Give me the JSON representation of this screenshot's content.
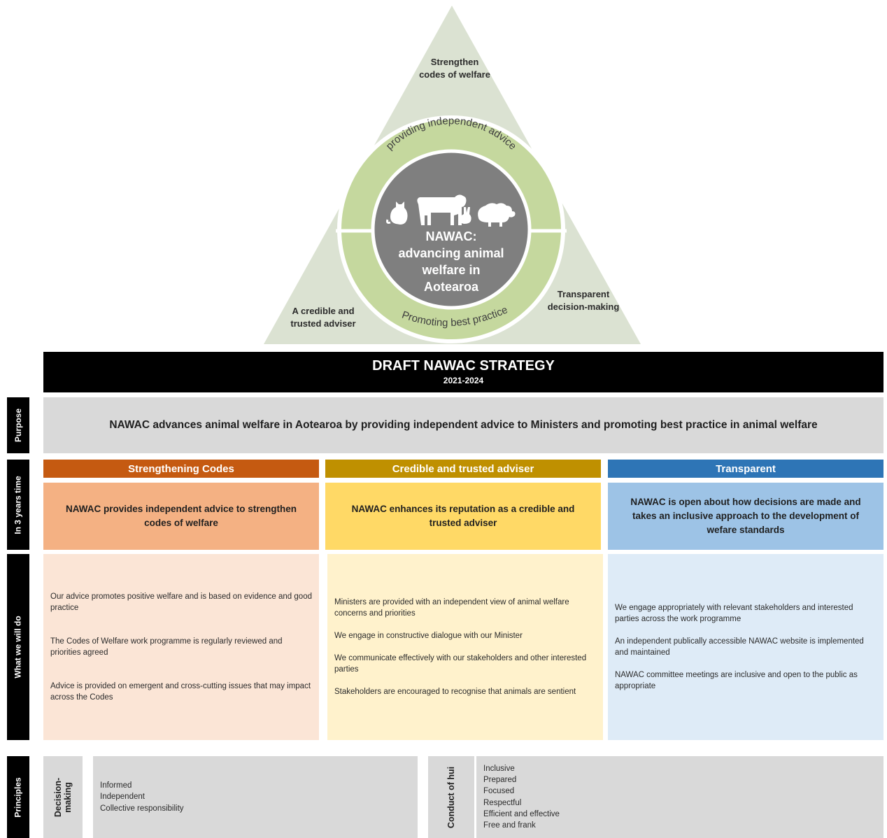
{
  "diagram": {
    "labels": {
      "top": [
        "Strengthen",
        "codes of welfare"
      ],
      "left": [
        "A credible and",
        "trusted adviser"
      ],
      "right": [
        "Transparent",
        "decision-making"
      ]
    },
    "ring_top_text": "providing independent advice",
    "ring_bottom_text": "Promoting best practice",
    "center_title": [
      "NAWAC:",
      "advancing animal",
      "welfare in",
      "Aotearoa"
    ],
    "icons": [
      "cat-icon",
      "cow-icon",
      "rabbit-icon",
      "sheep-icon"
    ],
    "colors": {
      "triangle": "#dbe2d2",
      "ring": "#c5d89e",
      "center": "#7f7f7f"
    }
  },
  "strategy": {
    "title": "DRAFT NAWAC STRATEGY",
    "years": "2021-2024",
    "side_tabs": {
      "purpose": "Purpose",
      "in_3_years": "In 3 years time",
      "what_we_will_do": "What we will do",
      "principles": "Principles"
    },
    "purpose": "NAWAC advances animal welfare in Aotearoa by providing independent advice to Ministers and promoting best practice in animal welfare",
    "columns": [
      {
        "heading": "Strengthening Codes",
        "heading_color": "#c55a11",
        "goal": "NAWAC provides independent advice to strengthen codes of welfare",
        "goal_color": "#f4b183",
        "actions_color": "#fbe5d6",
        "actions": [
          "Our advice promotes positive welfare and is based on evidence and good practice",
          "The Codes of Welfare work programme is regularly reviewed and priorities agreed",
          "Advice is provided on emergent and cross-cutting issues that may impact across the Codes"
        ]
      },
      {
        "heading": "Credible and trusted adviser",
        "heading_color": "#bf9000",
        "goal": "NAWAC enhances its reputation as a credible and trusted adviser",
        "goal_color": "#ffd966",
        "actions_color": "#fff2cc",
        "actions": [
          "Ministers are provided with an independent view of animal welfare concerns and priorities",
          "We engage in constructive dialogue with our Minister",
          "We communicate effectively with our stakeholders and other interested parties",
          "Stakeholders are encouraged to recognise that animals are sentient"
        ]
      },
      {
        "heading": "Transparent",
        "heading_color": "#2e75b6",
        "goal": "NAWAC is open about how decisions are made and takes an inclusive approach to the development of wefare standards",
        "goal_color": "#9dc3e6",
        "actions_color": "#deebf7",
        "actions": [
          "We engage appropriately with relevant stakeholders and interested parties across the work programme",
          "An independent publically accessible NAWAC website is implemented and maintained",
          "NAWAC committee meetings are inclusive and open to the public as appropriate"
        ]
      }
    ],
    "principles": {
      "decision_making": {
        "label": "Decision-making",
        "items": [
          "Informed",
          "Independent",
          "Collective responsibility"
        ]
      },
      "conduct_of_hui": {
        "label": "Conduct of hui",
        "items": [
          "Inclusive",
          "Prepared",
          "Focused",
          "Respectful",
          "Efficient and effective",
          "Free and frank"
        ]
      }
    }
  }
}
